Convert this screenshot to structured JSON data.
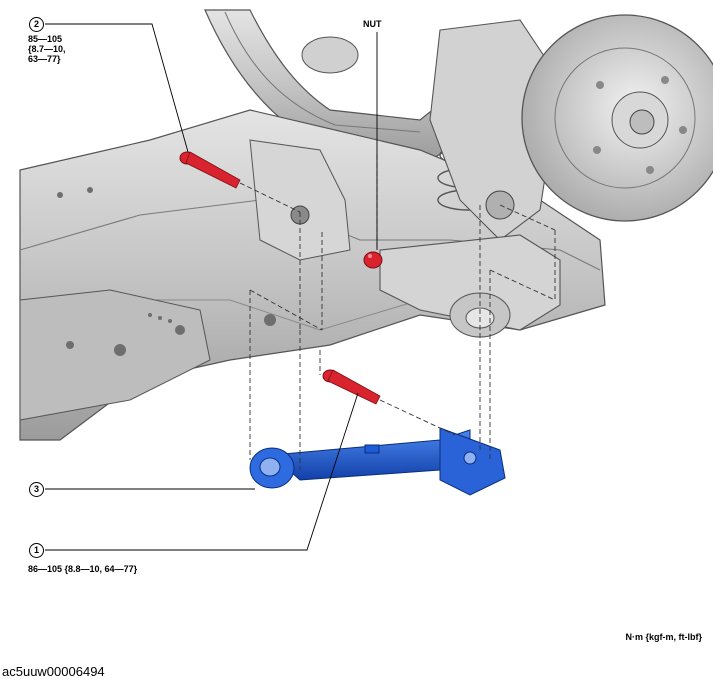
{
  "callouts": [
    {
      "number": "1",
      "torque": "86—105 {8.8—10, 64—77}"
    },
    {
      "number": "2",
      "torque": "85—105\n{8.7—10,\n63—77}"
    },
    {
      "number": "3",
      "torque": ""
    }
  ],
  "nut_label": "NUT",
  "units": "N·m {kgf-m, ft-lbf}",
  "figure_id": "ac5uuw00006494",
  "colors": {
    "bolt": "#d9232e",
    "arm": "#1e5bd6",
    "frame": "#c8c8c8",
    "frame_dark": "#8e8e8e"
  }
}
